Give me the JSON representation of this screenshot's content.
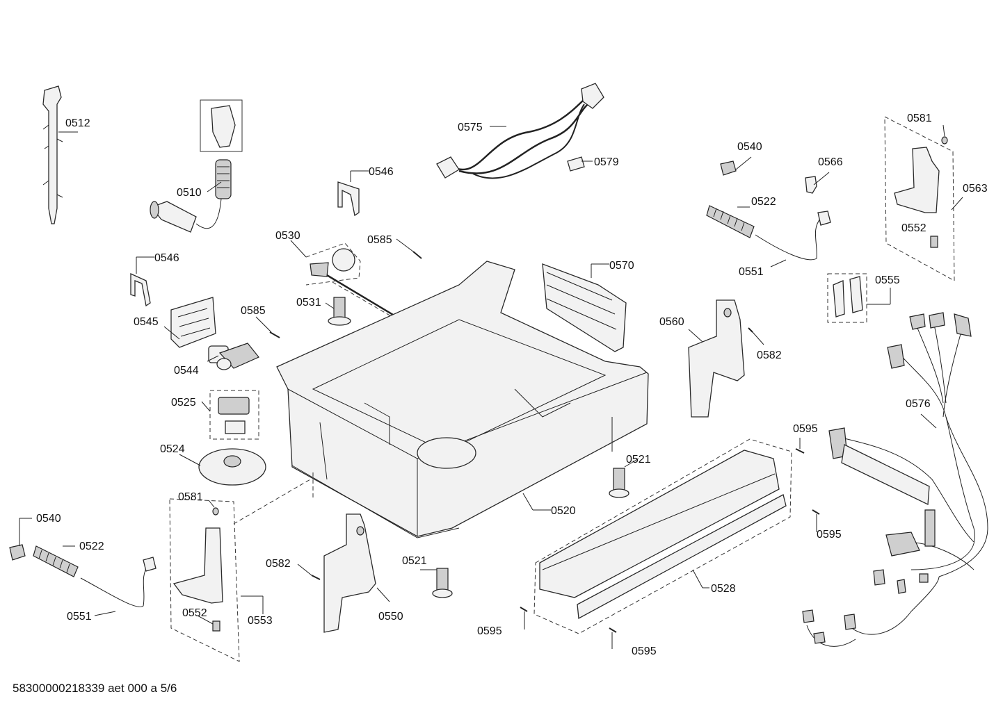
{
  "doc_id": "58300000218339 aet 000 a 5/6",
  "parts": [
    {
      "id": "p512",
      "label": "0512"
    },
    {
      "id": "p510",
      "label": "0510"
    },
    {
      "id": "p575",
      "label": "0575"
    },
    {
      "id": "p579",
      "label": "0579"
    },
    {
      "id": "p546a",
      "label": "0546"
    },
    {
      "id": "p546b",
      "label": "0546"
    },
    {
      "id": "p530",
      "label": "0530"
    },
    {
      "id": "p585a",
      "label": "0585"
    },
    {
      "id": "p585b",
      "label": "0585"
    },
    {
      "id": "p545",
      "label": "0545"
    },
    {
      "id": "p531",
      "label": "0531"
    },
    {
      "id": "p544",
      "label": "0544"
    },
    {
      "id": "p525",
      "label": "0525"
    },
    {
      "id": "p524",
      "label": "0524"
    },
    {
      "id": "p570",
      "label": "0570"
    },
    {
      "id": "p540a",
      "label": "0540"
    },
    {
      "id": "p566",
      "label": "0566"
    },
    {
      "id": "p522a",
      "label": "0522"
    },
    {
      "id": "p551a",
      "label": "0551"
    },
    {
      "id": "p581a",
      "label": "0581"
    },
    {
      "id": "p563",
      "label": "0563"
    },
    {
      "id": "p552a",
      "label": "0552"
    },
    {
      "id": "p555",
      "label": "0555"
    },
    {
      "id": "p560",
      "label": "0560"
    },
    {
      "id": "p582a",
      "label": "0582"
    },
    {
      "id": "p576",
      "label": "0576"
    },
    {
      "id": "p595a",
      "label": "0595"
    },
    {
      "id": "p521a",
      "label": "0521"
    },
    {
      "id": "p520",
      "label": "0520"
    },
    {
      "id": "p595b",
      "label": "0595"
    },
    {
      "id": "p528",
      "label": "0528"
    },
    {
      "id": "p595c",
      "label": "0595"
    },
    {
      "id": "p595d",
      "label": "0595"
    },
    {
      "id": "p521b",
      "label": "0521"
    },
    {
      "id": "p582b",
      "label": "0582"
    },
    {
      "id": "p550",
      "label": "0550"
    },
    {
      "id": "p581b",
      "label": "0581"
    },
    {
      "id": "p553",
      "label": "0553"
    },
    {
      "id": "p552b",
      "label": "0552"
    },
    {
      "id": "p540b",
      "label": "0540"
    },
    {
      "id": "p522b",
      "label": "0522"
    },
    {
      "id": "p551b",
      "label": "0551"
    }
  ]
}
